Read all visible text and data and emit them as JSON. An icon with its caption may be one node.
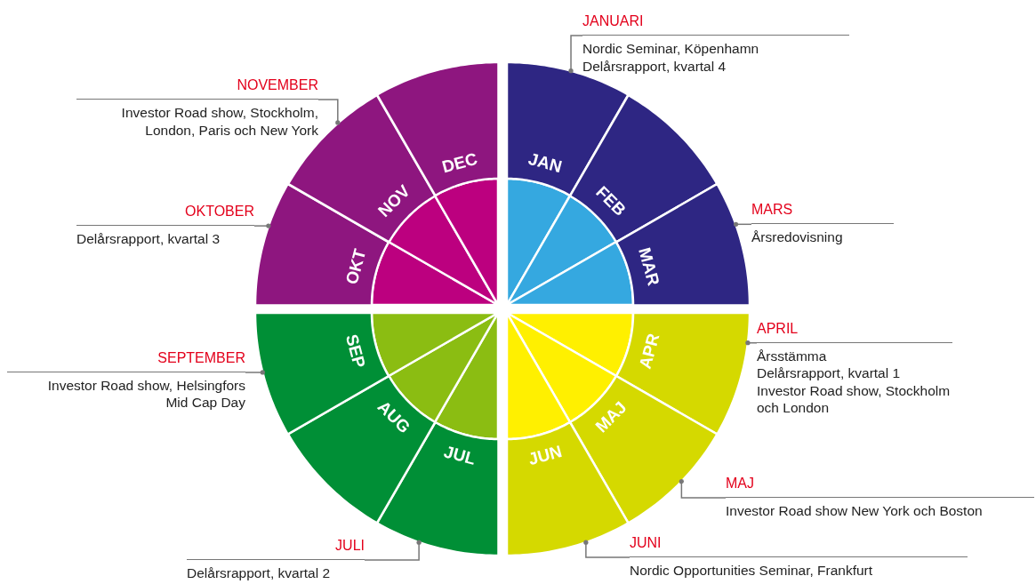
{
  "diagram": {
    "nodes": [
      {
        "text": [
          "JAN"
        ]
      },
      {
        "text": [
          "FEB"
        ]
      },
      {
        "text": [
          "MAR"
        ]
      },
      {
        "text": [
          "APR"
        ]
      },
      {
        "text": [
          "MAJ"
        ]
      },
      {
        "text": [
          "JUN"
        ]
      },
      {
        "text": [
          "JUL"
        ]
      },
      {
        "text": [
          "AUG"
        ]
      },
      {
        "text": [
          "SEP"
        ]
      },
      {
        "text": [
          "OKT"
        ]
      },
      {
        "text": [
          "NOV"
        ]
      },
      {
        "text": [
          "DEC"
        ]
      },
      {
        "text": [
          "JANUARI",
          "Nordic Seminar, Köpenhamn",
          "Delårsrapport, kvartal 4"
        ]
      },
      {
        "text": [
          "MARS",
          "Årsredovisning"
        ]
      },
      {
        "text": [
          "APRIL",
          "Årsstämma",
          "Delårsrapport, kvartal 1",
          "Investor Road show, Stockholm och London"
        ]
      },
      {
        "text": [
          "MAJ",
          "Investor Road show New York och Boston"
        ]
      },
      {
        "text": [
          "JUNI",
          "Nordic Opportunities Seminar, Frankfurt"
        ]
      },
      {
        "text": [
          "JULI",
          "Delårsrapport, kvartal 2"
        ]
      },
      {
        "text": [
          "SEPTEMBER",
          "Investor Road show, Helsingfors",
          "Mid Cap Day"
        ]
      },
      {
        "text": [
          "OKTOBER",
          "Delårsrapport, kvartal 3"
        ]
      },
      {
        "text": [
          "NOVEMBER",
          "Investor Road show, Stockholm, London, Paris och New York"
        ]
      }
    ],
    "edges": [
      {
        "from": 12,
        "to": 0,
        "arrow": "other"
      },
      {
        "from": 13,
        "to": 2,
        "arrow": "other"
      },
      {
        "from": 14,
        "to": 3,
        "arrow": "other"
      },
      {
        "from": 15,
        "to": 4,
        "arrow": "other"
      },
      {
        "from": 16,
        "to": 5,
        "arrow": "other"
      },
      {
        "from": 17,
        "to": 6,
        "arrow": "other"
      },
      {
        "from": 18,
        "to": 8,
        "arrow": "other"
      },
      {
        "from": 19,
        "to": 9,
        "arrow": "other"
      },
      {
        "from": 20,
        "to": 10,
        "arrow": "other"
      }
    ]
  }
}
